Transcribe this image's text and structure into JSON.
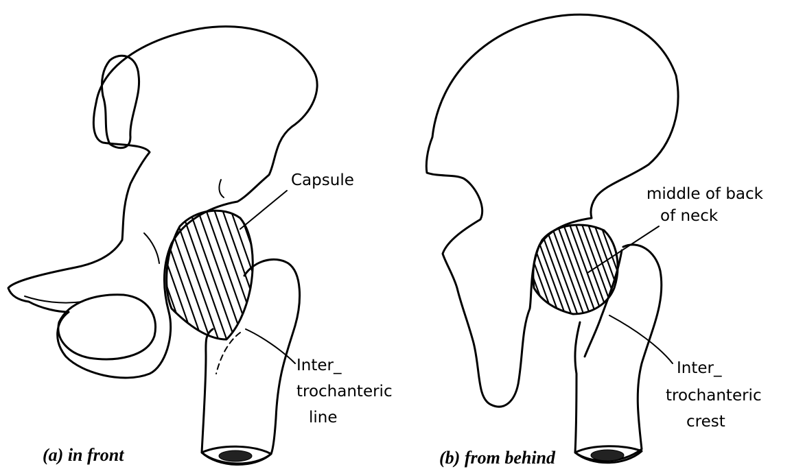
{
  "panels": [
    {
      "caption": "(a) in front",
      "labels": {
        "capsule": "Capsule",
        "line_1": "Inter_",
        "line_2": "trochanteric",
        "line_3": "line"
      }
    },
    {
      "caption": "(b) from behind",
      "labels": {
        "middle_1": "middle of back",
        "middle_2": "of neck",
        "crest_1": "Inter_",
        "crest_2": "trochanteric",
        "crest_3": "crest"
      }
    }
  ]
}
